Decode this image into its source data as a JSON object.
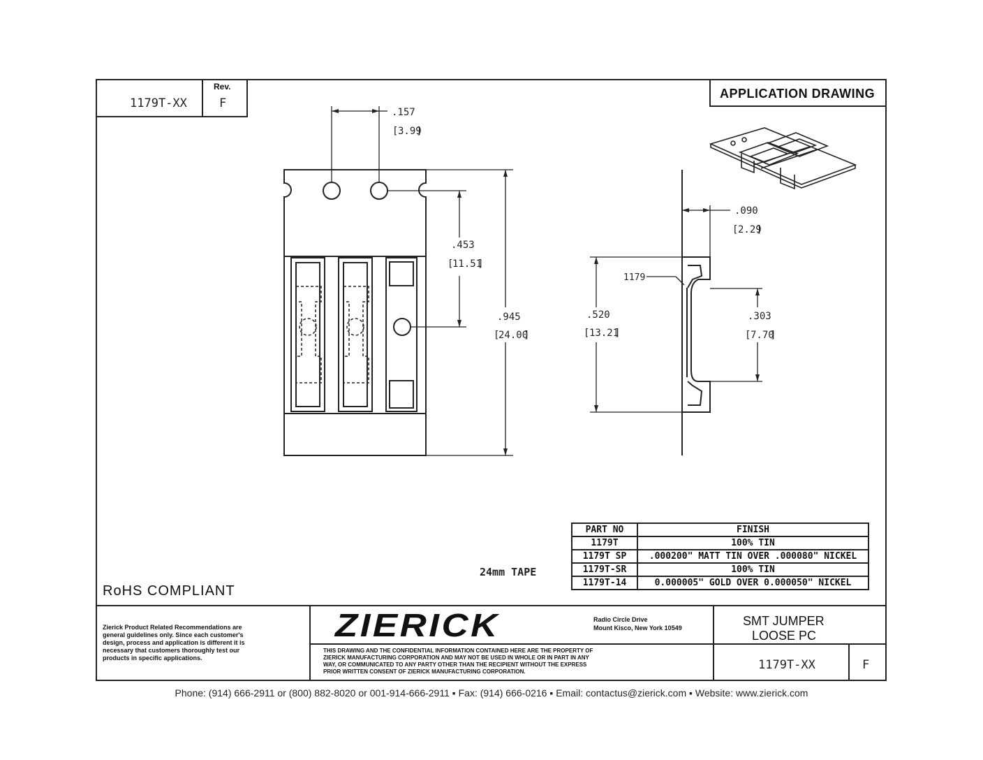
{
  "title_block": {
    "part_no": "1179T-XX",
    "rev_label": "Rev.",
    "rev_value": "F",
    "drawing_type": "APPLICATION DRAWING"
  },
  "dimensions": {
    "pitch_in": ".157",
    "pitch_mm": "3.99",
    "hole_offset_in": ".453",
    "hole_offset_mm": "11.51",
    "tape_width_in": ".945",
    "tape_width_mm": "24.00",
    "thickness_in": ".090",
    "thickness_mm": "2.29",
    "length_in": ".520",
    "length_mm": "13.21",
    "inner_in": ".303",
    "inner_mm": "7.70",
    "callout": "1179"
  },
  "tape_label": "24mm TAPE",
  "rohs": "RoHS COMPLIANT",
  "finish_table": {
    "headers": [
      "PART NO",
      "FINISH"
    ],
    "rows": [
      [
        "1179T",
        "100% TIN"
      ],
      [
        "1179T SP",
        ".000200\" MATT TIN OVER .000080\" NICKEL"
      ],
      [
        "1179T-SR",
        "100% TIN"
      ],
      [
        "1179T-14",
        "0.000005\" GOLD OVER 0.000050\" NICKEL"
      ]
    ]
  },
  "bottom_block": {
    "disclaimer": "Zierick Product Related Recommendations are general guidelines only. Since each customer's design, process and application is different it is necessary that customers thoroughly test our products in specific applications.",
    "logo": "ZIERICK",
    "address_line1": "Radio Circle Drive",
    "address_line2": "Mount Kisco, New York 10549",
    "proprietary": "THIS DRAWING AND THE CONFIDENTIAL INFORMATION CONTAINED HERE ARE THE PROPERTY OF ZIERICK MANUFACTURING CORPORATION AND MAY NOT BE USED IN WHOLE OR IN PART IN ANY WAY, OR COMMUNICATED TO ANY PARTY OTHER THAN THE RECIPIENT WITHOUT THE EXPRESS PRIOR WRITTEN CONSENT OF ZIERICK MANUFACTURING CORPORATION.",
    "description_line1": "SMT JUMPER",
    "description_line2": "LOOSE PC",
    "part_no": "1179T-XX",
    "rev": "F"
  },
  "footer": "Phone: (914) 666-2911 or (800) 882-8020 or 001-914-666-2911 ▪ Fax: (914) 666-0216 ▪ Email: contactus@zierick.com ▪ Website: www.zierick.com"
}
